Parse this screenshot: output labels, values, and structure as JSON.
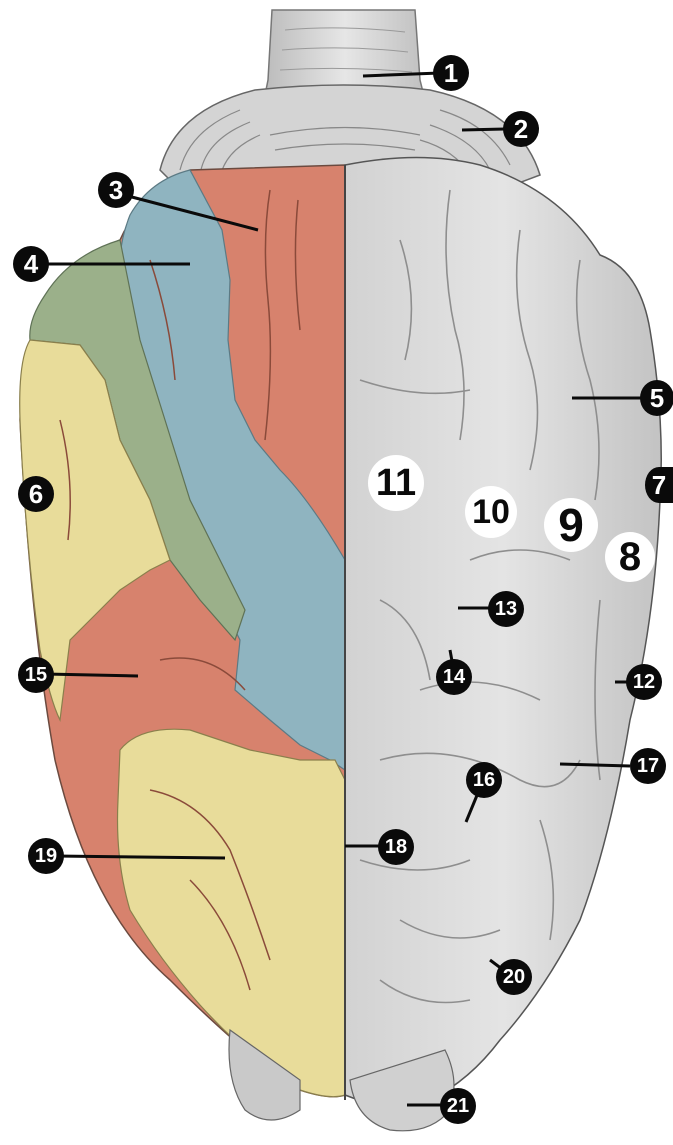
{
  "colors": {
    "background": "#ffffff",
    "red_region": "#d7826d",
    "blue_region": "#8fb4c0",
    "green_region": "#9bb08a",
    "yellow_region": "#e8dc9a",
    "gray_hemisphere": "#dcdcdc",
    "outline": "#555555",
    "label_black": "#0a0a0a",
    "label_white": "#ffffff"
  },
  "labels": [
    "1",
    "2",
    "3",
    "4",
    "5",
    "6",
    "7",
    "8",
    "9",
    "10",
    "11",
    "12",
    "13",
    "14",
    "15",
    "16",
    "17",
    "18",
    "19",
    "20",
    "21"
  ]
}
